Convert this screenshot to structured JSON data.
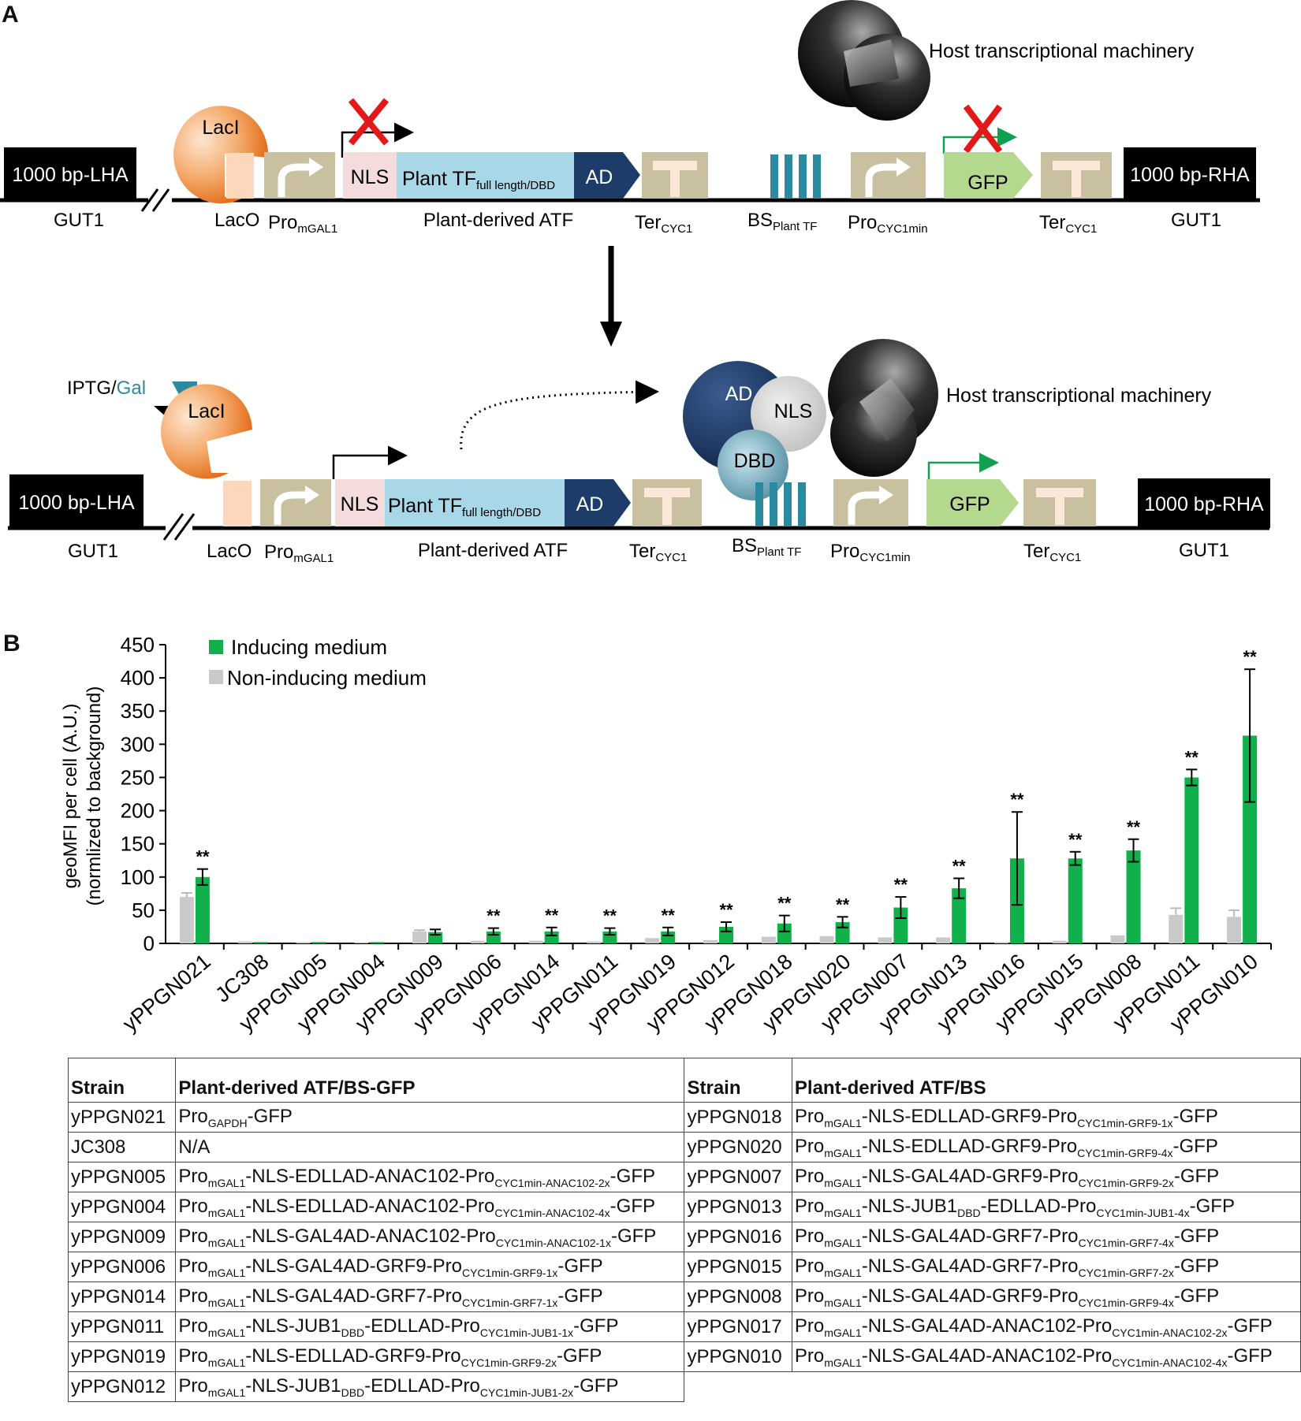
{
  "panel_a": {
    "label": "A",
    "top_row": {
      "lha": "1000 bp-LHA",
      "rha": "1000 bp-RHA",
      "gut1_left": "GUT1",
      "gut1_right": "GUT1",
      "laci": "LacI",
      "laco": "LacO",
      "pro_mgal1": "Pro",
      "pro_mgal1_sub": "mGAL1",
      "nls": "NLS",
      "plant_tf": "Plant TF",
      "plant_tf_sub": "full length/DBD",
      "ad": "AD",
      "atf_label": "Plant-derived  ATF",
      "ter1": "Ter",
      "ter1_sub": "CYC1",
      "bs": "BS",
      "bs_sub": "Plant  TF",
      "pro_cyc": "Pro",
      "pro_cyc_sub": "CYC1min",
      "gfp": "GFP",
      "ter2": "Ter",
      "ter2_sub": "CYC1",
      "host": "Host transcriptional machinery"
    },
    "bottom_row": {
      "lha": "1000 bp-LHA",
      "rha": "1000 bp-RHA",
      "gut1_left": "GUT1",
      "gut1_right": "GUT1",
      "inducer": "IPTG/",
      "inducer_gal": "Gal",
      "laci": "LacI",
      "laco": "LacO",
      "pro_mgal1": "Pro",
      "pro_mgal1_sub": "mGAL1",
      "nls": "NLS",
      "plant_tf": "Plant TF",
      "plant_tf_sub": "full length/DBD",
      "ad": "AD",
      "atf_label": "Plant-derived  ATF",
      "ter1": "Ter",
      "ter1_sub": "CYC1",
      "bs": "BS",
      "bs_sub": "Plant  TF",
      "pro_cyc": "Pro",
      "pro_cyc_sub": "CYC1min",
      "gfp": "GFP",
      "ter2": "Ter",
      "ter2_sub": "CYC1",
      "complex_ad": "AD",
      "complex_nls": "NLS",
      "complex_dbd": "DBD",
      "host": "Host transcriptional machinery"
    }
  },
  "panel_b": {
    "label": "B",
    "significance_marker": "**",
    "legend": [
      "Inducing medium",
      "Non-inducing medium"
    ]
  },
  "colors": {
    "inducing": "#10b14b",
    "non_inducing": "#c9c9c9",
    "ad_navy": "#1d3c6a",
    "tf_lightblue": "#a8d8e8",
    "nls_pink": "#f5dcdc",
    "promoter_tan": "#c9c0a0",
    "gfp_green": "#b5d88f",
    "bs_teal": "#2b8aa0",
    "laci_orange": "#e8731e",
    "cross_red": "#e31818",
    "arrow_green": "#10a050"
  },
  "chart_data": {
    "type": "bar",
    "ylabel": "geoMFI per cell (A.U.)",
    "ylabel2": "(normlized to background)",
    "ylim": [
      0,
      450
    ],
    "yticks": [
      0,
      50,
      100,
      150,
      200,
      250,
      300,
      350,
      400,
      450
    ],
    "legend_position": "top-left",
    "grid": false,
    "categories": [
      "yPPGN021",
      "JC308",
      "yPPGN005",
      "yPPGN004",
      "yPPGN009",
      "yPPGN006",
      "yPPGN014",
      "yPPGN011",
      "yPPGN019",
      "yPPGN012",
      "yPPGN018",
      "yPPGN020",
      "yPPGN007",
      "yPPGN013",
      "yPPGN016",
      "yPPGN015",
      "yPPGN008",
      "yPPGN011",
      "yPPGN010"
    ],
    "series": [
      {
        "name": "Inducing medium",
        "values": [
          100,
          2,
          2,
          2,
          17,
          18,
          18,
          18,
          18,
          25,
          30,
          32,
          54,
          83,
          128,
          128,
          140,
          250,
          313
        ],
        "errors": [
          12,
          0,
          0,
          0,
          4,
          5,
          6,
          5,
          6,
          7,
          12,
          8,
          16,
          15,
          70,
          10,
          17,
          12,
          100
        ],
        "significant": [
          true,
          false,
          false,
          false,
          false,
          true,
          true,
          true,
          true,
          true,
          true,
          true,
          true,
          true,
          true,
          true,
          true,
          true,
          true
        ]
      },
      {
        "name": "Non-inducing medium",
        "values": [
          70,
          3,
          2,
          1,
          18,
          4,
          4,
          3,
          8,
          5,
          10,
          11,
          9,
          9,
          2,
          4,
          12,
          43,
          40
        ],
        "errors": [
          6,
          0,
          0,
          0,
          2,
          0,
          0,
          0,
          0,
          0,
          0,
          0,
          0,
          0,
          0,
          0,
          0,
          10,
          10
        ],
        "significant": [
          false,
          false,
          false,
          false,
          false,
          false,
          false,
          false,
          false,
          false,
          false,
          false,
          false,
          false,
          false,
          false,
          false,
          false,
          false
        ]
      }
    ]
  },
  "table": {
    "headers": [
      "Strain",
      "Plant-derived ATF/BS-GFP",
      "Strain",
      "Plant-derived ATF/BS"
    ],
    "left_rows": [
      {
        "strain": "yPPGN021",
        "construct": "ProGAPDH-GFP"
      },
      {
        "strain": "JC308",
        "construct": "N/A"
      },
      {
        "strain": "yPPGN005",
        "construct": "PromGAL1-NLS-EDLLAD-ANAC102-ProCYC1min-ANAC102-2x-GFP"
      },
      {
        "strain": "yPPGN004",
        "construct": "PromGAL1-NLS-EDLLAD-ANAC102-ProCYC1min-ANAC102-4x-GFP"
      },
      {
        "strain": "yPPGN009",
        "construct": "PromGAL1-NLS-GAL4AD-ANAC102-ProCYC1min-ANAC102-1x-GFP"
      },
      {
        "strain": "yPPGN006",
        "construct": "PromGAL1-NLS-GAL4AD-GRF9-ProCYC1min-GRF9-1x-GFP"
      },
      {
        "strain": "yPPGN014",
        "construct": "PromGAL1-NLS-GAL4AD-GRF7-ProCYC1min-GRF7-1x-GFP"
      },
      {
        "strain": "yPPGN011",
        "construct": "PromGAL1-NLS-JUB1DBD-EDLLAD-ProCYC1min-JUB1-1x-GFP"
      },
      {
        "strain": "yPPGN019",
        "construct": "PromGAL1-NLS-EDLLAD-GRF9-ProCYC1min-GRF9-2x-GFP"
      },
      {
        "strain": "yPPGN012",
        "construct": "PromGAL1-NLS-JUB1DBD-EDLLAD-ProCYC1min-JUB1-2x-GFP"
      }
    ],
    "right_rows": [
      {
        "strain": "yPPGN018",
        "construct": "PromGAL1-NLS-EDLLAD-GRF9-ProCYC1min-GRF9-1x-GFP"
      },
      {
        "strain": "yPPGN020",
        "construct": "PromGAL1-NLS-EDLLAD-GRF9-ProCYC1min-GRF9-4x-GFP"
      },
      {
        "strain": "yPPGN007",
        "construct": "PromGAL1-NLS-GAL4AD-GRF9-ProCYC1min-GRF9-2x-GFP"
      },
      {
        "strain": "yPPGN013",
        "construct": "PromGAL1-NLS-JUB1DBD-EDLLAD-ProCYC1min-JUB1-4x-GFP"
      },
      {
        "strain": "yPPGN016",
        "construct": "PromGAL1-NLS-GAL4AD-GRF7-ProCYC1min-GRF7-4x-GFP"
      },
      {
        "strain": "yPPGN015",
        "construct": "PromGAL1-NLS-GAL4AD-GRF7-ProCYC1min-GRF7-2x-GFP"
      },
      {
        "strain": "yPPGN008",
        "construct": "PromGAL1-NLS-GAL4AD-GRF9-ProCYC1min-GRF9-4x-GFP"
      },
      {
        "strain": "yPPGN017",
        "construct": "PromGAL1-NLS-GAL4AD-ANAC102-ProCYC1min-ANAC102-2x-GFP"
      },
      {
        "strain": "yPPGN010",
        "construct": "PromGAL1-NLS-GAL4AD-ANAC102-ProCYC1min-ANAC102-4x-GFP"
      }
    ]
  }
}
